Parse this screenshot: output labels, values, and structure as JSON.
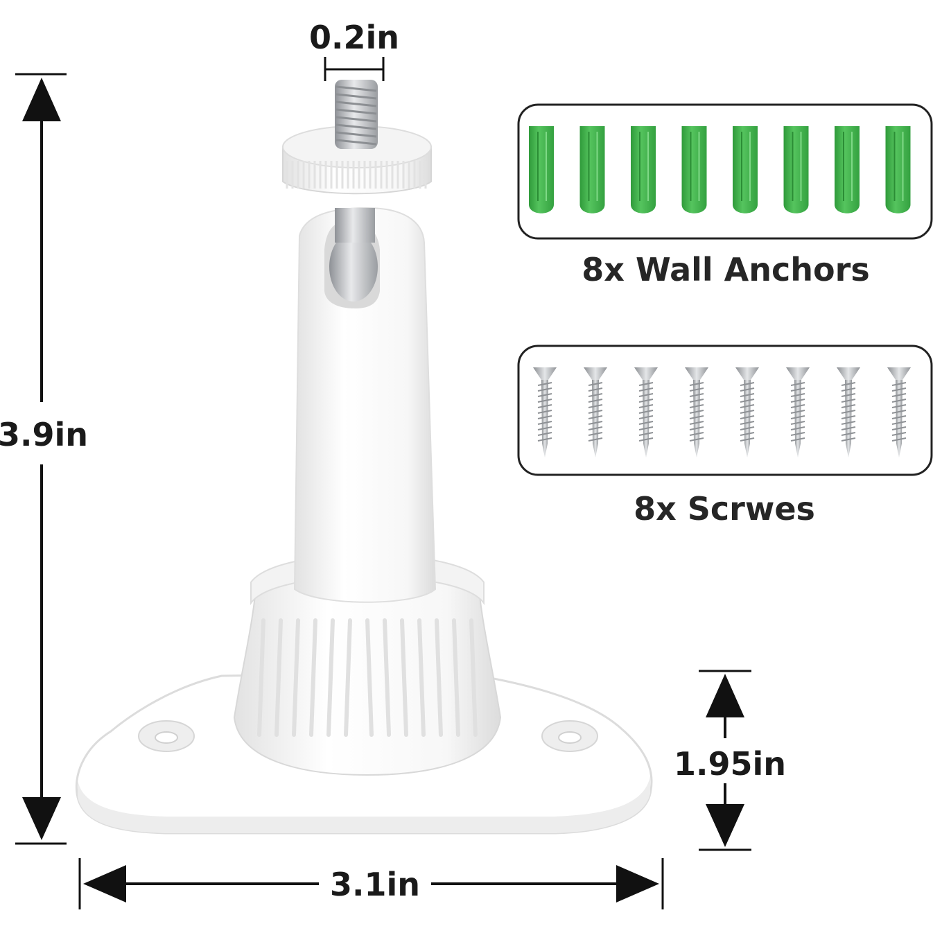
{
  "dimensions": {
    "thread_width": "0.2in",
    "total_height": "3.9in",
    "base_height": "1.95in",
    "base_width": "3.1in"
  },
  "accessories": {
    "anchors": {
      "caption": "8x Wall Anchors",
      "count": 8,
      "color": "#3fb34a"
    },
    "screws": {
      "caption": "8x Scrwes",
      "count": 8,
      "color": "#b9bcc0"
    }
  },
  "colors": {
    "mount": "#ffffff",
    "mount_shadow": "#e3e3e3",
    "line": "#111111",
    "box_border": "#222222"
  }
}
